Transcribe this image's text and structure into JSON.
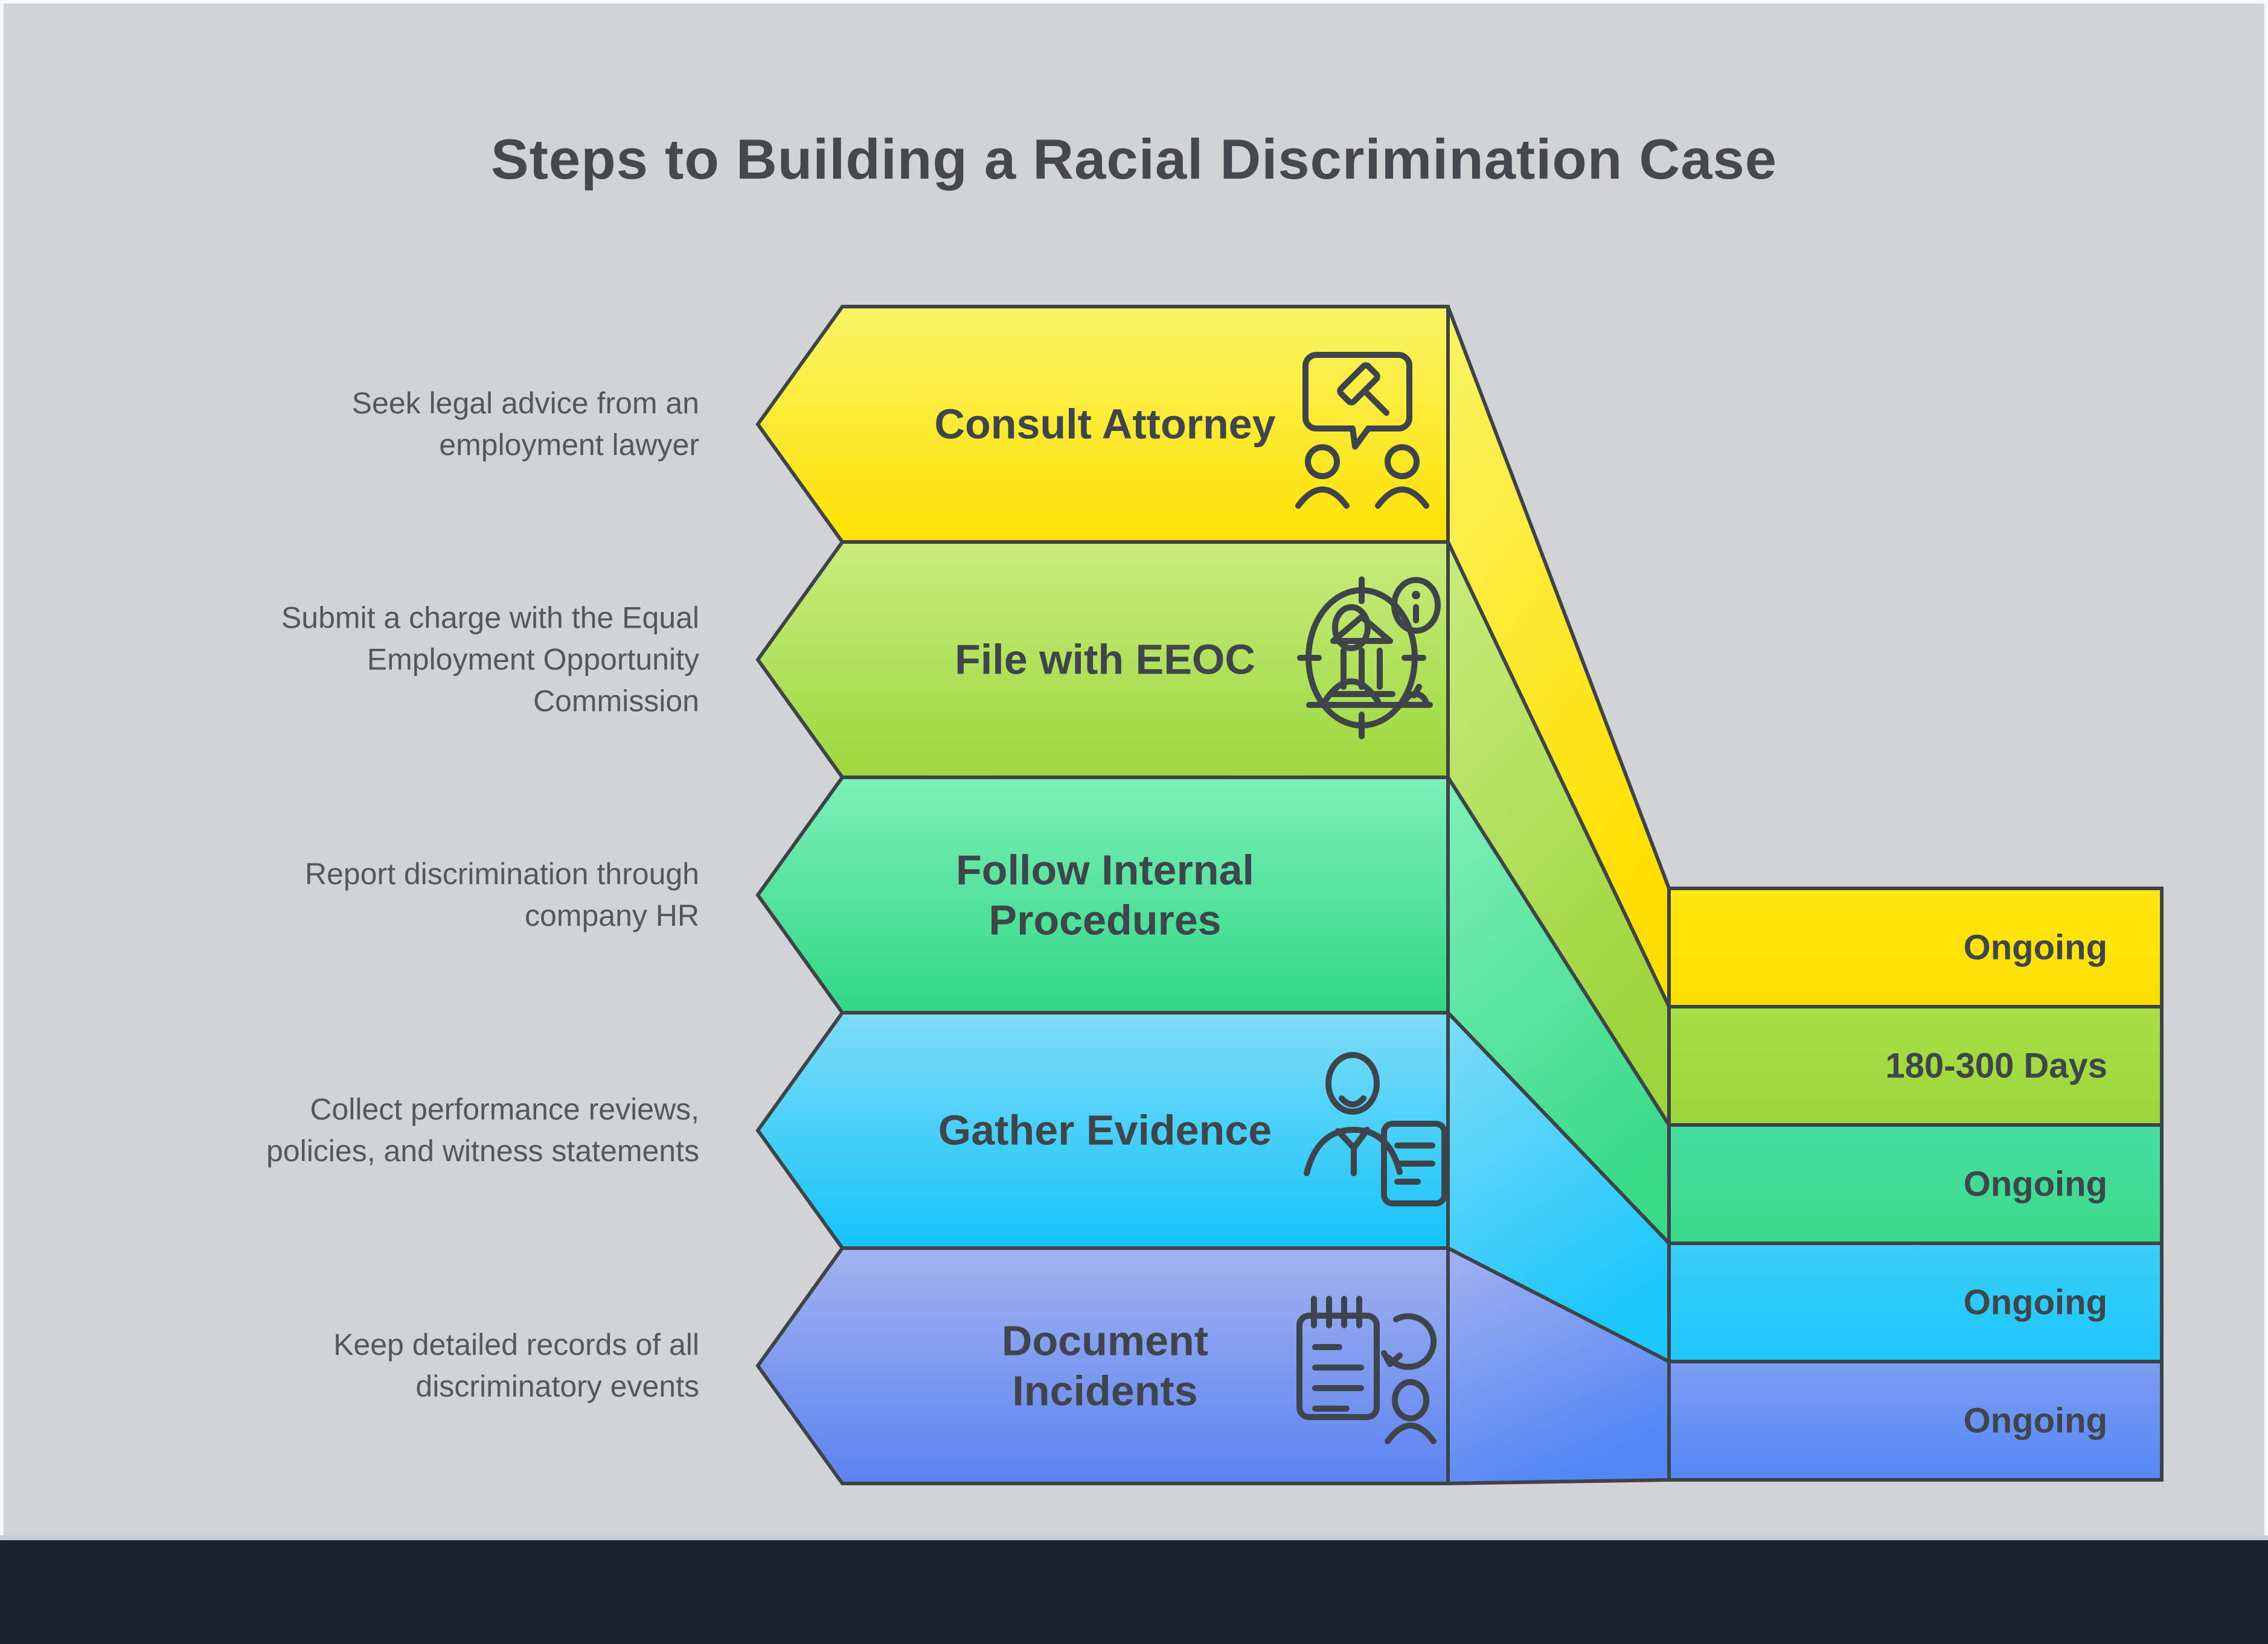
{
  "title": "Steps to Building a Racial Discrimination Case",
  "steps": [
    {
      "label": "Consult Attorney",
      "label_lines": [
        "Consult Attorney"
      ],
      "description": "Seek legal advice from an employment lawyer",
      "description_lines": [
        "Seek legal advice from an",
        "employment lawyer"
      ],
      "duration": "Ongoing",
      "icon": "attorney-consultation-icon"
    },
    {
      "label": "File with EEOC",
      "label_lines": [
        "File with EEOC"
      ],
      "description": "Submit a charge with the Equal Employment Opportunity Commission",
      "description_lines": [
        "Submit a charge with the Equal",
        "Employment Opportunity",
        "Commission"
      ],
      "duration": "180-300 Days",
      "icon": "eeoc-target-building-icon"
    },
    {
      "label": "Follow Internal Procedures",
      "label_lines": [
        "Follow Internal",
        "Procedures"
      ],
      "description": "Report discrimination through company HR",
      "description_lines": [
        "Report discrimination through",
        "company HR"
      ],
      "duration": "Ongoing",
      "icon": "hr-person-info-icon"
    },
    {
      "label": "Gather Evidence",
      "label_lines": [
        "Gather Evidence"
      ],
      "description": "Collect performance reviews, policies, and witness statements",
      "description_lines": [
        "Collect performance reviews,",
        "policies, and witness statements"
      ],
      "duration": "Ongoing",
      "icon": "person-document-icon"
    },
    {
      "label": "Document Incidents",
      "label_lines": [
        "Document",
        "Incidents"
      ],
      "description": "Keep detailed records of all discriminatory events",
      "description_lines": [
        "Keep detailed records of all",
        "discriminatory events"
      ],
      "duration": "Ongoing",
      "icon": "incident-log-icon"
    }
  ],
  "colors": {
    "background": "#d2d3d4",
    "frame": "#f8f9fa",
    "footer": "#1a2531",
    "outline": "#3e4347",
    "title_text": "#45484c",
    "label_text": "#3f464b",
    "description_text": "#54585c",
    "steps": [
      {
        "top": "#f9f464",
        "bottom": "#ffe103",
        "box_top": "#ffe60d",
        "box_bottom": "#ffdf00"
      },
      {
        "top": "#c9ec7d",
        "bottom": "#9cd73c",
        "box_top": "#a8df45",
        "box_bottom": "#9dd53c"
      },
      {
        "top": "#7df0b8",
        "bottom": "#2fd785",
        "box_top": "#45dfa1",
        "box_bottom": "#3bda8b"
      },
      {
        "top": "#7edcf8",
        "bottom": "#14c4f8",
        "box_top": "#3bcdf8",
        "box_bottom": "#1cc7fa"
      },
      {
        "top": "#a2b2ef",
        "bottom": "#5b83f1",
        "box_top": "#7d9df3",
        "box_bottom": "#5487f5"
      }
    ]
  }
}
